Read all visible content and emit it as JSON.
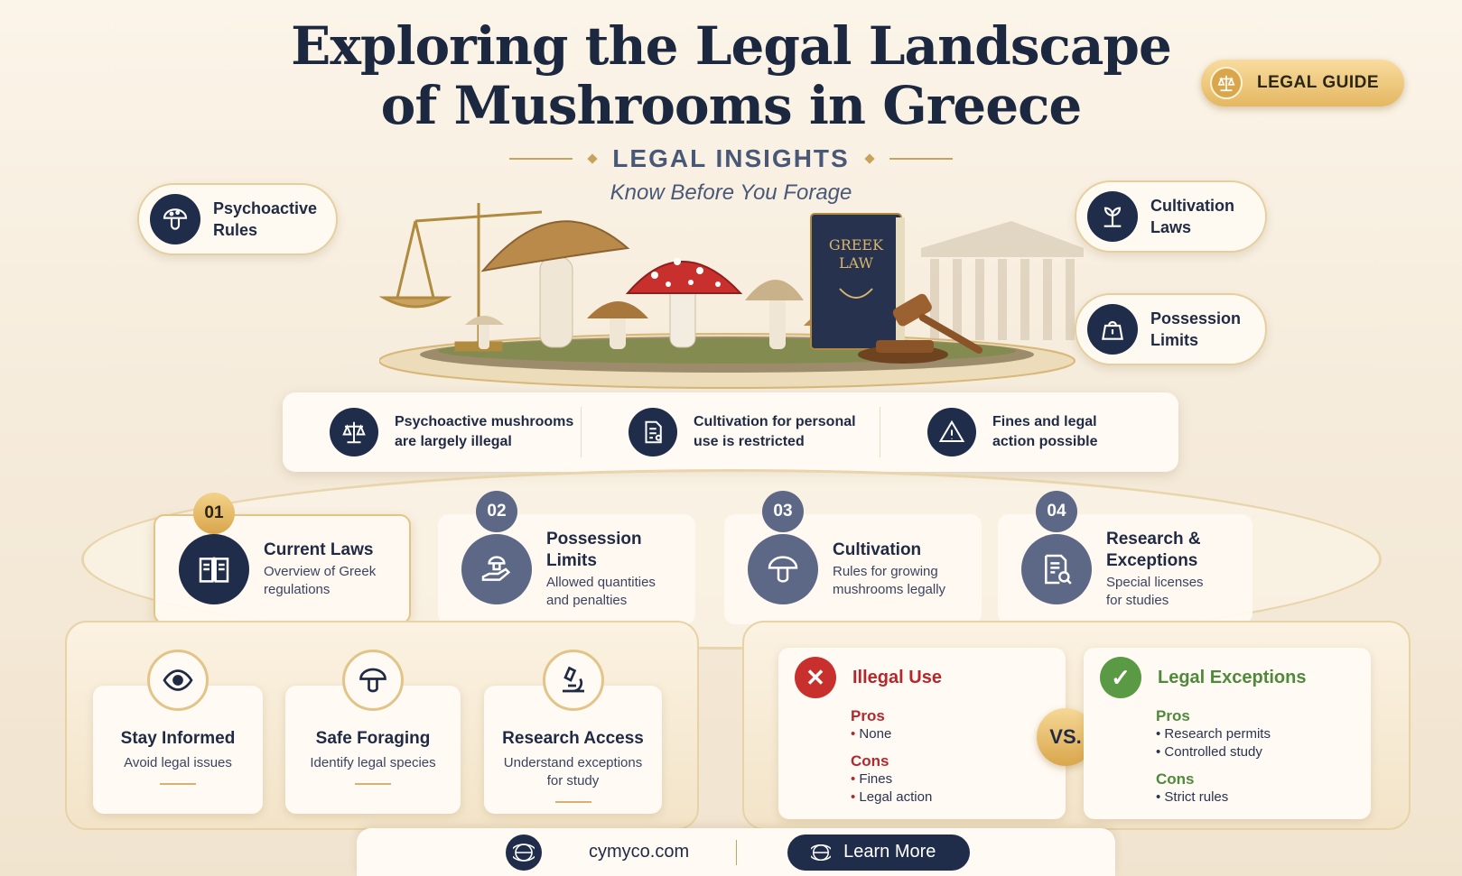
{
  "header": {
    "title_line1": "Exploring the Legal Landscape",
    "title_line2": "of Mushrooms in Greece",
    "subtitle": "LEGAL INSIGHTS",
    "tagline": "Know Before You Forage"
  },
  "badge": {
    "label": "LEGAL GUIDE",
    "icon": "scales-icon"
  },
  "pills": {
    "psychoactive": {
      "line1": "Psychoactive",
      "line2": "Rules",
      "icon": "mushroom-icon"
    },
    "cultivation": {
      "line1": "Cultivation",
      "line2": "Laws",
      "icon": "sprout-icon"
    },
    "possession": {
      "line1": "Possession",
      "line2": "Limits",
      "icon": "weight-icon"
    }
  },
  "hero": {
    "book_line1": "GREEK",
    "book_line2": "LAW"
  },
  "facts": [
    {
      "line1": "Psychoactive mushrooms",
      "line2": "are largely illegal",
      "icon": "scales-icon"
    },
    {
      "line1": "Cultivation for personal",
      "line2": "use is restricted",
      "icon": "document-icon"
    },
    {
      "line1": "Fines and legal",
      "line2": "action possible",
      "icon": "warning-icon"
    }
  ],
  "steps": [
    {
      "num": "01",
      "title": "Current Laws",
      "d1": "Overview of Greek",
      "d2": "regulations",
      "icon": "law-book-icon"
    },
    {
      "num": "02",
      "title": "Possession Limits",
      "d1": "Allowed quantities",
      "d2": "and penalties",
      "icon": "hand-mushroom-icon"
    },
    {
      "num": "03",
      "title": "Cultivation",
      "d1": "Rules for growing",
      "d2": "mushrooms legally",
      "icon": "mushroom-icon"
    },
    {
      "num": "04",
      "title": "Research &",
      "title2": "Exceptions",
      "d1": "Special licenses",
      "d2": "for studies",
      "icon": "research-document-icon"
    }
  ],
  "tips": [
    {
      "title": "Stay Informed",
      "d1": "Avoid legal issues",
      "d2": "",
      "icon": "eye-icon"
    },
    {
      "title": "Safe Foraging",
      "d1": "Identify legal species",
      "d2": "",
      "icon": "mushroom-icon"
    },
    {
      "title": "Research Access",
      "d1": "Understand exceptions",
      "d2": "for study",
      "icon": "microscope-icon"
    }
  ],
  "compare": {
    "illegal": {
      "title": "Illegal Use",
      "pros_label": "Pros",
      "pros": [
        "None"
      ],
      "cons_label": "Cons",
      "cons": [
        "Fines",
        "Legal action"
      ],
      "color": "#b3282d"
    },
    "vs": "VS.",
    "legal": {
      "title": "Legal Exceptions",
      "pros_label": "Pros",
      "pros": [
        "Research permits",
        "Controlled study"
      ],
      "cons_label": "Cons",
      "cons": [
        "Strict rules"
      ],
      "color": "#4f8a3c"
    }
  },
  "footer": {
    "site": "cymyco.com",
    "button": "Learn More"
  }
}
